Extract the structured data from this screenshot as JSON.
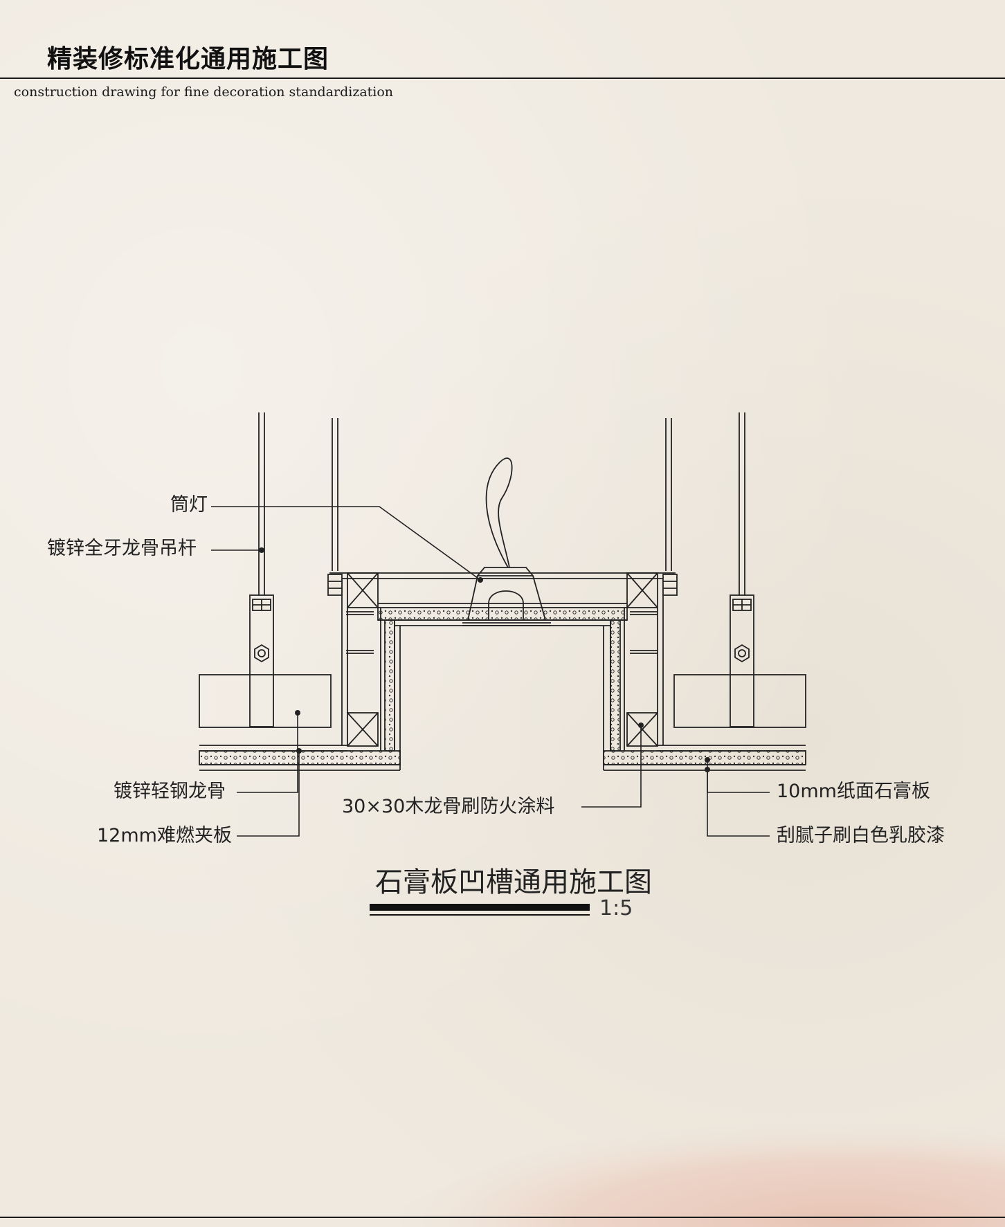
{
  "header": {
    "title": "精装修标准化通用施工图",
    "subtitle": "construction drawing for fine decoration standardization"
  },
  "drawing": {
    "title": "石膏板凹槽通用施工图",
    "scale": "1:5",
    "labels": {
      "downlight": "筒灯",
      "threaded_rod": "镀锌全牙龙骨吊杆",
      "steel_keel": "镀锌轻钢龙骨",
      "plywood": "12mm难燃夹板",
      "wood_keel": "30×30木龙骨刷防火涂料",
      "gypsum_board": "10mm纸面石膏板",
      "putty_paint": "刮腻子刷白色乳胶漆"
    }
  },
  "colors": {
    "ink": "#222222",
    "paper": "#efe9df",
    "wash": "#e9c9bb"
  }
}
